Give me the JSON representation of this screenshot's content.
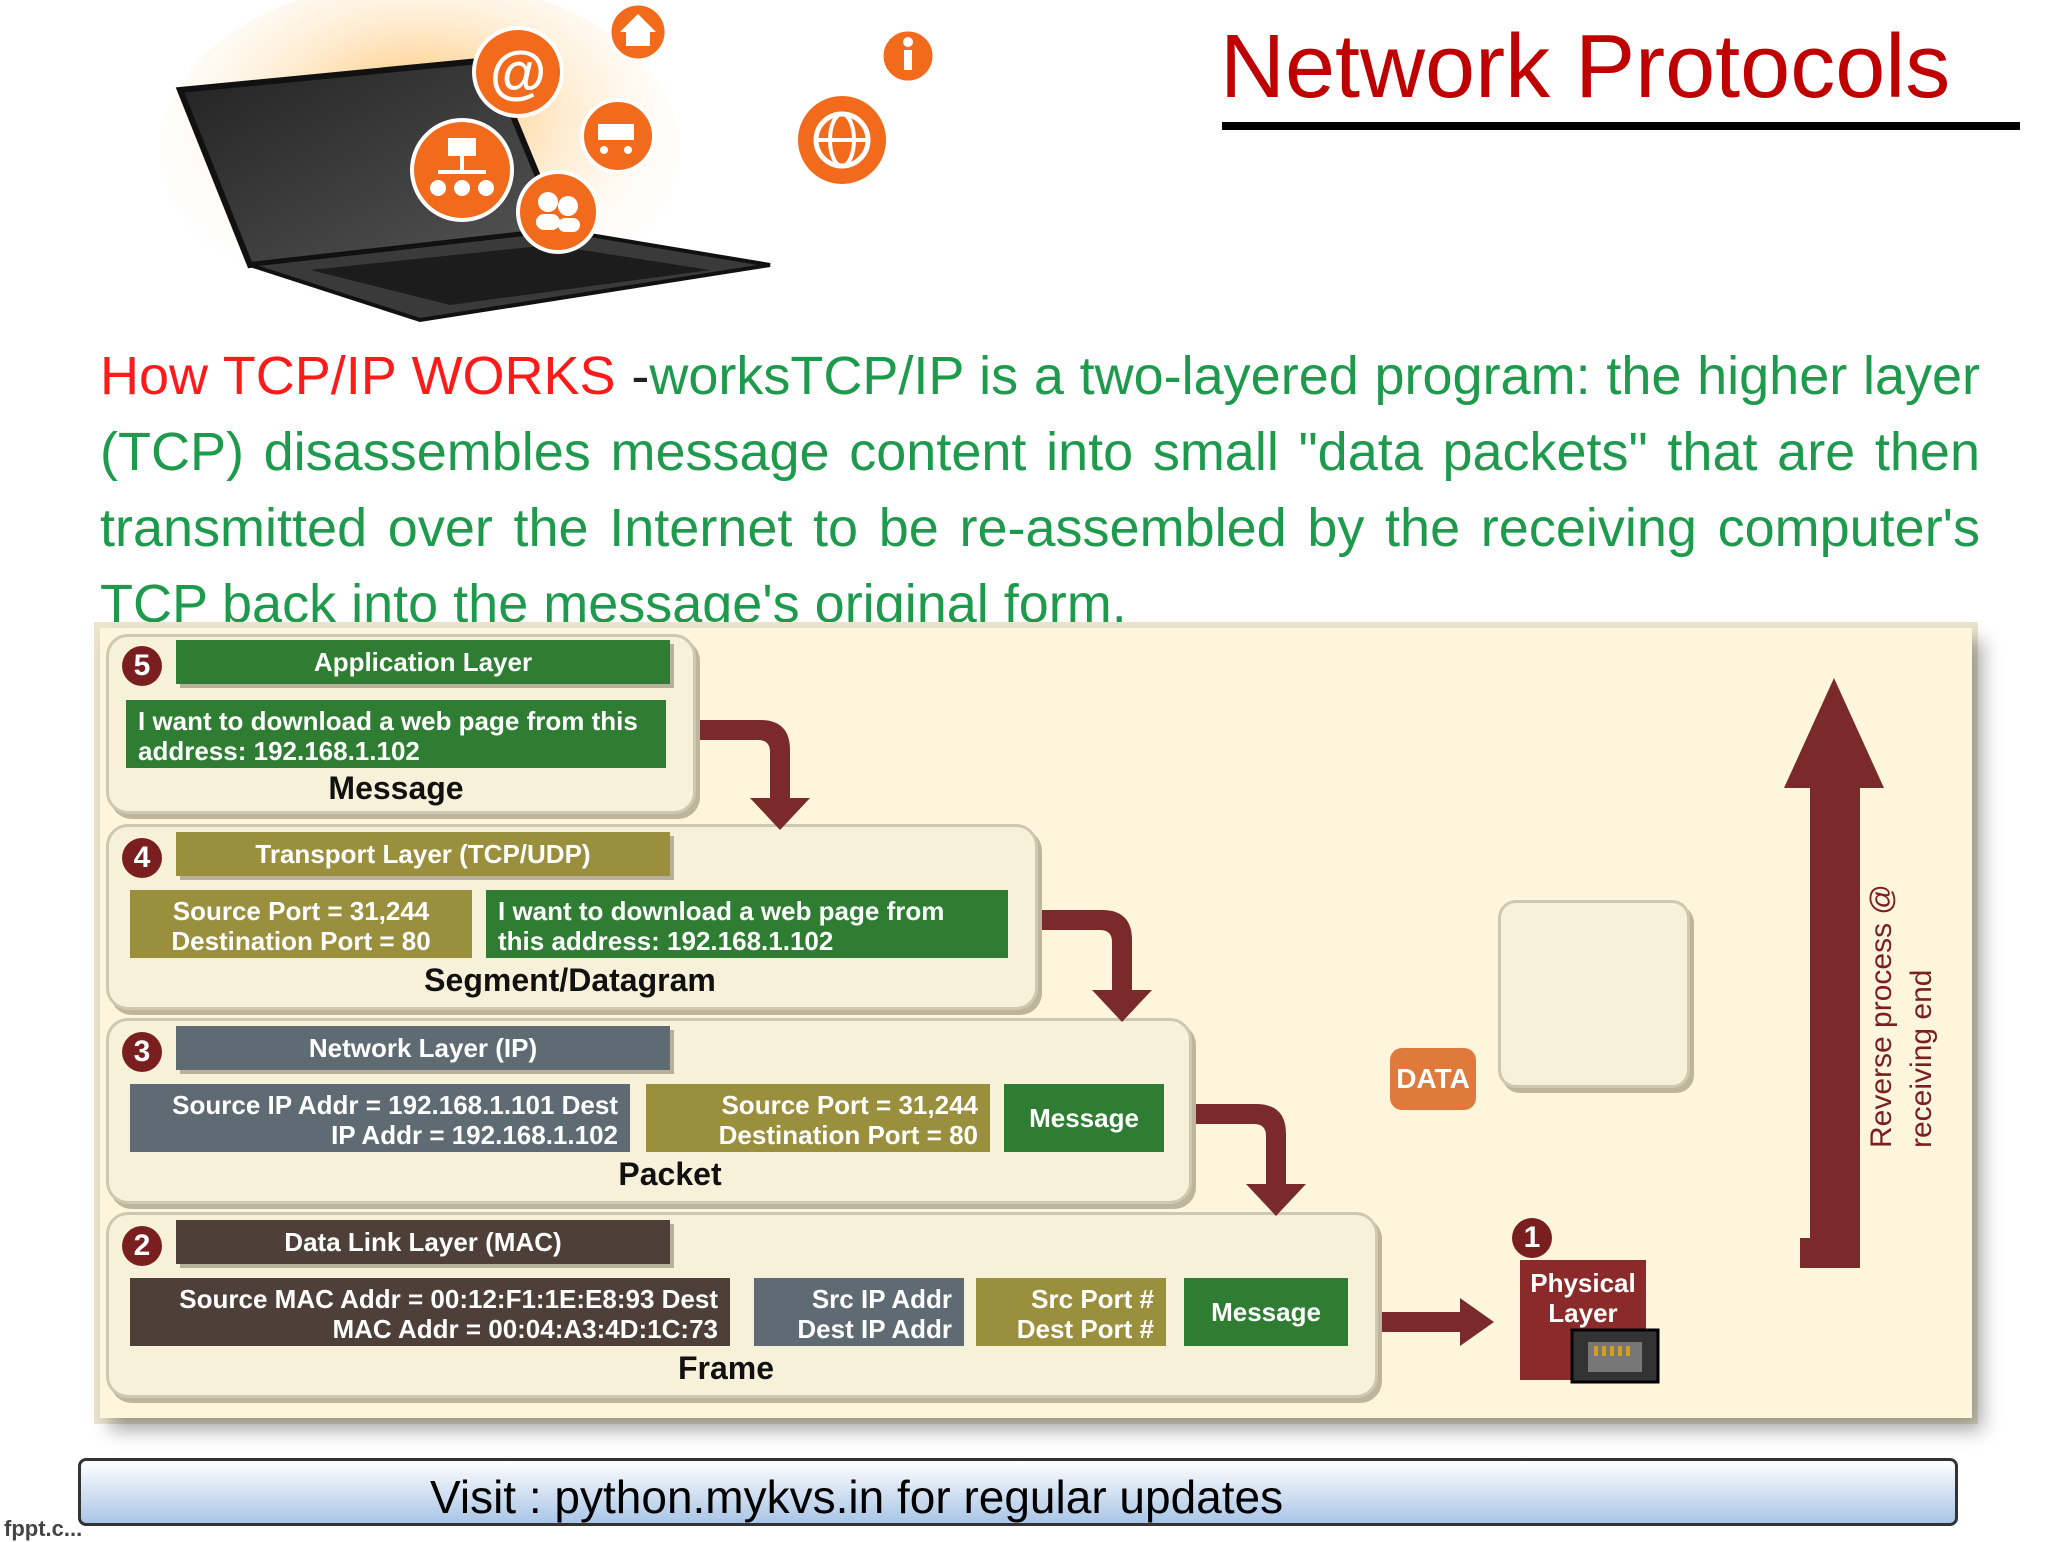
{
  "title": "Network Protocols",
  "intro": {
    "heading": "How TCP/IP WORKS",
    "dash": "-",
    "text": "worksTCP/IP is a two-layered program: the higher layer (TCP) disassembles message content into small \"data packets\" that are then transmitted over the Internet to be re-assembled by the receiving computer's TCP back into the message's original form."
  },
  "diagram": {
    "layers": [
      {
        "number": "5",
        "name": "Application Layer",
        "boxes": [
          "I want to download a web page from this address: 192.168.1.102"
        ],
        "caption": "Message"
      },
      {
        "number": "4",
        "name": "Transport Layer (TCP/UDP)",
        "boxes": [
          "Source Port = 31,244 Destination Port = 80",
          "I want to download a web page from this address: 192.168.1.102"
        ],
        "caption": "Segment/Datagram"
      },
      {
        "number": "3",
        "name": "Network Layer (IP)",
        "boxes": [
          "Source IP Addr = 192.168.1.101 Dest IP Addr = 192.168.1.102",
          "Source Port = 31,244 Destination Port = 80",
          "Message"
        ],
        "caption": "Packet"
      },
      {
        "number": "2",
        "name": "Data Link Layer (MAC)",
        "boxes": [
          "Source MAC Addr = 00:12:F1:1E:E8:93 Dest MAC Addr = 00:04:A3:4D:1C:73",
          "Src IP Addr Dest IP Addr",
          "Src Port # Dest Port #",
          "Message"
        ],
        "caption": "Frame"
      }
    ],
    "physical": {
      "number": "1",
      "label": "Physical Layer"
    },
    "data_tag": "DATA",
    "reverse_label": "Reverse process @ receiving end",
    "colors": {
      "arrow": "#7a2a2a",
      "green": "#2e7d32",
      "olive": "#9a8f3d",
      "slate": "#5f6b72",
      "brown": "#4e4038"
    }
  },
  "footer": {
    "text": "Visit : python.mykvs.in for regular updates"
  },
  "watermark": "fppt.c..."
}
